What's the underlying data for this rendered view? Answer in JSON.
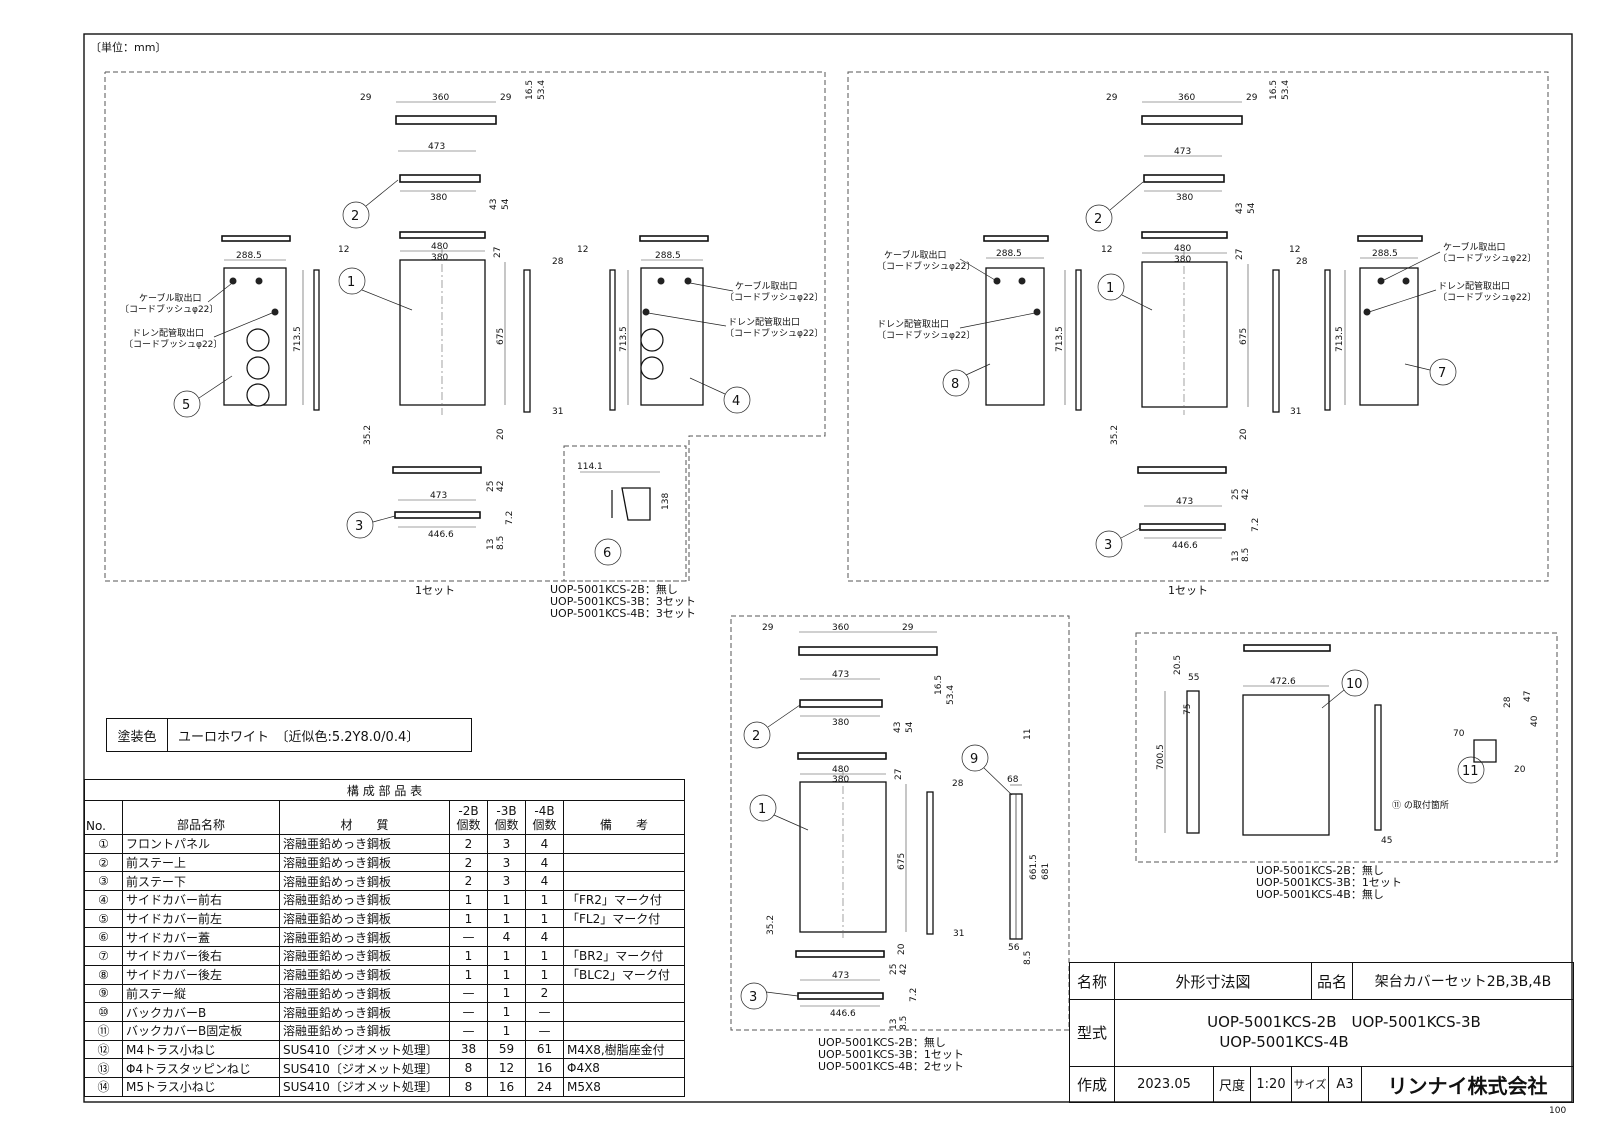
{
  "unit_label": "〔単位：mm〕",
  "page_number": "100",
  "paint": {
    "label": "塗装色",
    "value": "ユーロホワイト　〔近似色:5.2Y8.0/0.4〕"
  },
  "parts_table": {
    "title": "構 成 部 品 表",
    "headers": [
      "No.",
      "部品名称",
      "材　　質",
      "-2B個数",
      "-3B個数",
      "-4B個数",
      "備　　考"
    ],
    "header_top": [
      "-2B",
      "-3B",
      "-4B"
    ],
    "header_bottom": [
      "個数",
      "個数",
      "個数"
    ],
    "rows": [
      [
        "①",
        "フロントパネル",
        "溶融亜鉛めっき鋼板",
        "2",
        "3",
        "4",
        ""
      ],
      [
        "②",
        "前ステー上",
        "溶融亜鉛めっき鋼板",
        "2",
        "3",
        "4",
        ""
      ],
      [
        "③",
        "前ステー下",
        "溶融亜鉛めっき鋼板",
        "2",
        "3",
        "4",
        ""
      ],
      [
        "④",
        "サイドカバー前右",
        "溶融亜鉛めっき鋼板",
        "1",
        "1",
        "1",
        "「FR2」マーク付"
      ],
      [
        "⑤",
        "サイドカバー前左",
        "溶融亜鉛めっき鋼板",
        "1",
        "1",
        "1",
        "「FL2」マーク付"
      ],
      [
        "⑥",
        "サイドカバー蓋",
        "溶融亜鉛めっき鋼板",
        "—",
        "4",
        "4",
        ""
      ],
      [
        "⑦",
        "サイドカバー後右",
        "溶融亜鉛めっき鋼板",
        "1",
        "1",
        "1",
        "「BR2」マーク付"
      ],
      [
        "⑧",
        "サイドカバー後左",
        "溶融亜鉛めっき鋼板",
        "1",
        "1",
        "1",
        "「BLC2」マーク付"
      ],
      [
        "⑨",
        "前ステー縦",
        "溶融亜鉛めっき鋼板",
        "—",
        "1",
        "2",
        ""
      ],
      [
        "⑩",
        "バックカバーB",
        "溶融亜鉛めっき鋼板",
        "—",
        "1",
        "—",
        ""
      ],
      [
        "⑪",
        "バックカバーB固定板",
        "溶融亜鉛めっき鋼板",
        "—",
        "1",
        "—",
        ""
      ],
      [
        "⑫",
        "M4トラス小ねじ",
        "SUS410〔ジオメット処理〕",
        "38",
        "59",
        "61",
        "M4X8,樹脂座金付"
      ],
      [
        "⑬",
        "Φ4トラスタッピンねじ",
        "SUS410〔ジオメット処理〕",
        "8",
        "12",
        "16",
        "Φ4X8"
      ],
      [
        "⑭",
        "M5トラス小ねじ",
        "SUS410〔ジオメット処理〕",
        "8",
        "16",
        "24",
        "M5X8"
      ]
    ]
  },
  "title_block": {
    "name_label": "名称",
    "name_value": "外形寸法図",
    "product_label": "品名",
    "product_value": "架台カバーセット2B,3B,4B",
    "model_label": "型式",
    "model_line1": "UOP-5001KCS-2B　UOP-5001KCS-3B",
    "model_line2": "UOP-5001KCS-4B",
    "created_label": "作成",
    "created_value": "2023.05",
    "scale_label": "尺度",
    "scale_value": "1:20",
    "size_label": "サイズ",
    "size_value": "A3",
    "company": "リンナイ株式会社"
  },
  "notes": {
    "set_left": "1セット",
    "set_right": "1セット",
    "cover6": [
      "UOP-5001KCS-2B：無し",
      "UOP-5001KCS-3B：3セット",
      "UOP-5001KCS-4B：3セット"
    ],
    "stay9": [
      "UOP-5001KCS-2B：無し",
      "UOP-5001KCS-3B：1セット",
      "UOP-5001KCS-4B：2セット"
    ],
    "back10": [
      "UOP-5001KCS-2B：無し",
      "UOP-5001KCS-3B：1セット",
      "UOP-5001KCS-4B：無し"
    ],
    "mount11": "⑪ の取付箇所",
    "cable": "ケーブル取出口",
    "drain": "ドレン配管取出口",
    "bush": "〔コードブッシュφ22〕"
  },
  "balloons": [
    "1",
    "2",
    "3",
    "4",
    "5",
    "6",
    "7",
    "8",
    "9",
    "10",
    "11"
  ],
  "dims": {
    "d29": "29",
    "d360": "360",
    "d16_5": "16.5",
    "d53_4": "53.4",
    "d473": "473",
    "d380": "380",
    "d43": "43",
    "d54": "54",
    "d480": "480",
    "d27": "27",
    "d675": "675",
    "d20": "20",
    "d28": "28",
    "d31": "31",
    "d288_5": "288.5",
    "d12": "12",
    "d713_5": "713.5",
    "d35_2": "35.2",
    "d446_6": "446.6",
    "d25": "25",
    "d42": "42",
    "d13": "13",
    "d8_5": "8.5",
    "d7_2": "7.2",
    "d114_1": "114.1",
    "d138": "138",
    "d11": "11",
    "d68": "68",
    "d661_5": "661.5",
    "d681": "681",
    "d56": "56",
    "d20_5": "20.5",
    "d55": "55",
    "d75": "75",
    "d700_5": "700.5",
    "d472_6": "472.6",
    "d45": "45",
    "d70": "70",
    "d47": "47",
    "d40": "40",
    "d28b": "28"
  }
}
